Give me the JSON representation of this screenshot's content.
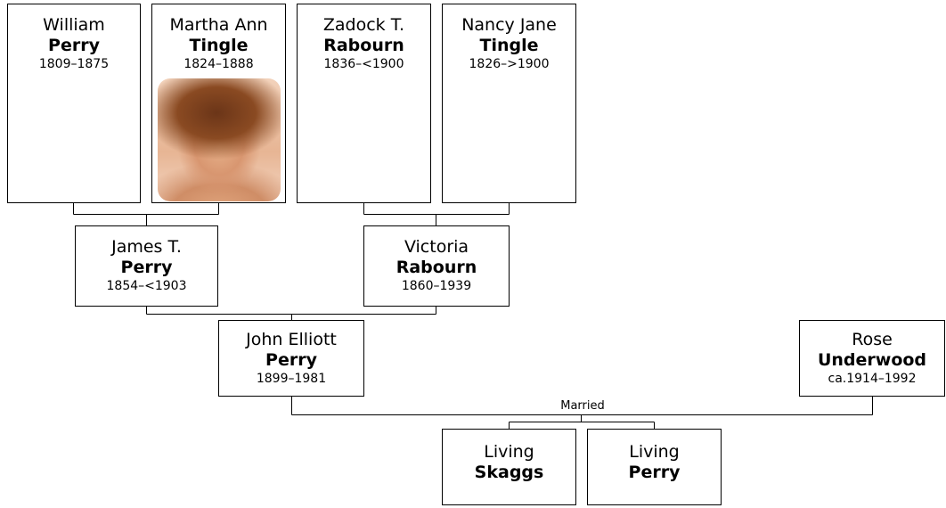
{
  "people": {
    "william": {
      "given": "William",
      "surname": "Perry",
      "dates": "1809–1875"
    },
    "martha": {
      "given": "Martha Ann",
      "surname": "Tingle",
      "dates": "1824–1888",
      "photo": "portrait-photo"
    },
    "zadock": {
      "given": "Zadock T.",
      "surname": "Rabourn",
      "dates": "1836–<1900"
    },
    "nancy": {
      "given": "Nancy Jane",
      "surname": "Tingle",
      "dates": "1826–>1900"
    },
    "james": {
      "given": "James T.",
      "surname": "Perry",
      "dates": "1854–<1903"
    },
    "victoria": {
      "given": "Victoria",
      "surname": "Rabourn",
      "dates": "1860–1939"
    },
    "john": {
      "given": "John Elliott",
      "surname": "Perry",
      "dates": "1899–1981"
    },
    "rose": {
      "given": "Rose",
      "surname": "Underwood",
      "dates": "ca.1914–1992"
    },
    "skaggs": {
      "given": "Living",
      "surname": "Skaggs"
    },
    "lperry": {
      "given": "Living",
      "surname": "Perry"
    }
  },
  "marriage_label": "Married",
  "colors": {
    "line": "#000000",
    "box_border": "#000000",
    "background": "#ffffff"
  }
}
